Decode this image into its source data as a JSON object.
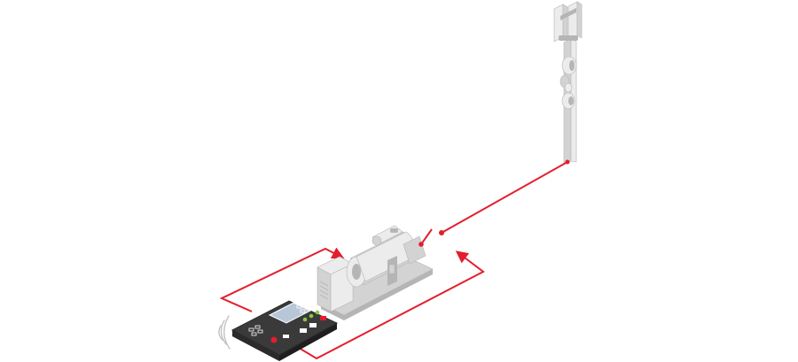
{
  "diagram": {
    "colors": {
      "wire": "#e31e2d",
      "metal_light": "#ececec",
      "metal_mid": "#d3d3d3",
      "metal_dark": "#b5b5b5",
      "panel_body": "#2b2b2b",
      "panel_face": "#3a3a3a",
      "screen": "#b8c7d8",
      "led_green": "#8cc63f",
      "button_red": "#e31e2d",
      "signal": "#bfbfbf"
    },
    "components": [
      {
        "id": "controller",
        "icon": "generator-controller-icon"
      },
      {
        "id": "generator",
        "icon": "generator-set-icon"
      },
      {
        "id": "breaker",
        "icon": "breaker-switch-icon"
      },
      {
        "id": "tower",
        "icon": "telecom-tower-icon"
      },
      {
        "id": "wireless",
        "icon": "wireless-signal-icon"
      }
    ],
    "connections": [
      {
        "from": "controller",
        "to": "generator",
        "kind": "control-line",
        "arrow": true
      },
      {
        "from": "controller",
        "to": "breaker",
        "kind": "feedback-line",
        "arrow": true
      },
      {
        "from": "breaker",
        "to": "tower",
        "kind": "power-line",
        "arrow": false
      }
    ]
  }
}
